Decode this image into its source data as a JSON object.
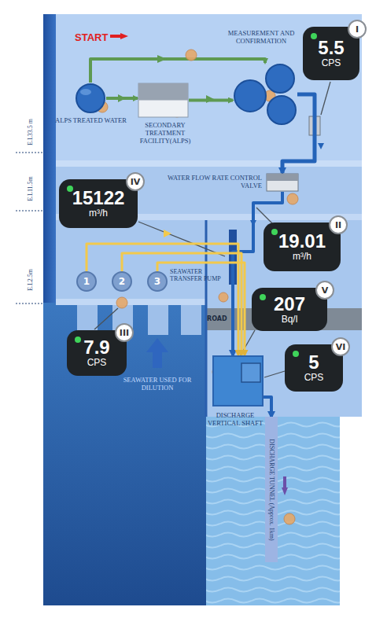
{
  "diagram": {
    "nodes": [
      {
        "text": [
          "ALPS TREATED WATER"
        ]
      },
      {
        "text": [
          "SECONDARY TREATMENT FACILITY(ALPS)"
        ]
      },
      {
        "text": [
          "MEASUREMENT AND CONFIRMATION"
        ]
      },
      {
        "text": [
          "I",
          "5.5",
          "CPS"
        ]
      },
      {
        "text": [
          "IV",
          "15122",
          "m³/h"
        ]
      },
      {
        "text": [
          "WATER FLOW RATE CONTROL VALVE"
        ]
      },
      {
        "text": [
          "II",
          "19.01",
          "m³/h"
        ]
      },
      {
        "text": [
          "1"
        ]
      },
      {
        "text": [
          "2"
        ]
      },
      {
        "text": [
          "3"
        ]
      },
      {
        "text": [
          "III",
          "7.9",
          "CPS"
        ]
      },
      {
        "text": [
          "V",
          "207",
          "Bq/l"
        ]
      },
      {
        "text": [
          "DISCHARGE VERTICAL SHAFT"
        ]
      },
      {
        "text": [
          "VI",
          "5",
          "CPS"
        ]
      },
      {
        "text": [
          "DISCHARGE TUNNEL (Approx. 1km)"
        ]
      }
    ],
    "edges": [
      {
        "from": 0,
        "to": 1,
        "arrow": "to"
      },
      {
        "from": 1,
        "to": 2,
        "arrow": "to"
      },
      {
        "from": 0,
        "to": 2,
        "arrow": "to"
      },
      {
        "from": 2,
        "to": 5,
        "arrow": "to"
      },
      {
        "from": 5,
        "to": 12,
        "arrow": "to"
      },
      {
        "from": 7,
        "to": 12,
        "arrow": "to"
      },
      {
        "from": 8,
        "to": 12,
        "arrow": "to"
      },
      {
        "from": 9,
        "to": 12,
        "arrow": "to"
      },
      {
        "from": 12,
        "to": 14,
        "arrow": "to"
      }
    ],
    "labels": [
      "START",
      "E.L33.5 m",
      "E.L11.5m",
      "E.L2.5m",
      "SEAWATER TRANSFER PUMP",
      "SEAWATER USED FOR DILUTION",
      "ROAD"
    ]
  }
}
